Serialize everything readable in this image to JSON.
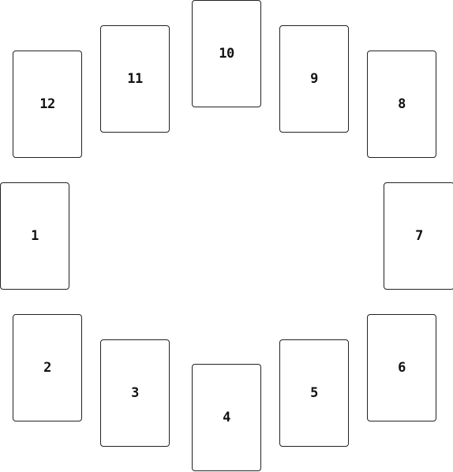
{
  "spread": {
    "cards": [
      {
        "label": "1"
      },
      {
        "label": "2"
      },
      {
        "label": "3"
      },
      {
        "label": "4"
      },
      {
        "label": "5"
      },
      {
        "label": "6"
      },
      {
        "label": "7"
      },
      {
        "label": "8"
      },
      {
        "label": "9"
      },
      {
        "label": "10"
      },
      {
        "label": "11"
      },
      {
        "label": "12"
      }
    ]
  },
  "colors": {
    "card_border": "#222222",
    "card_background": "#ffffff",
    "text": "#111111",
    "background": "#ffffff"
  }
}
